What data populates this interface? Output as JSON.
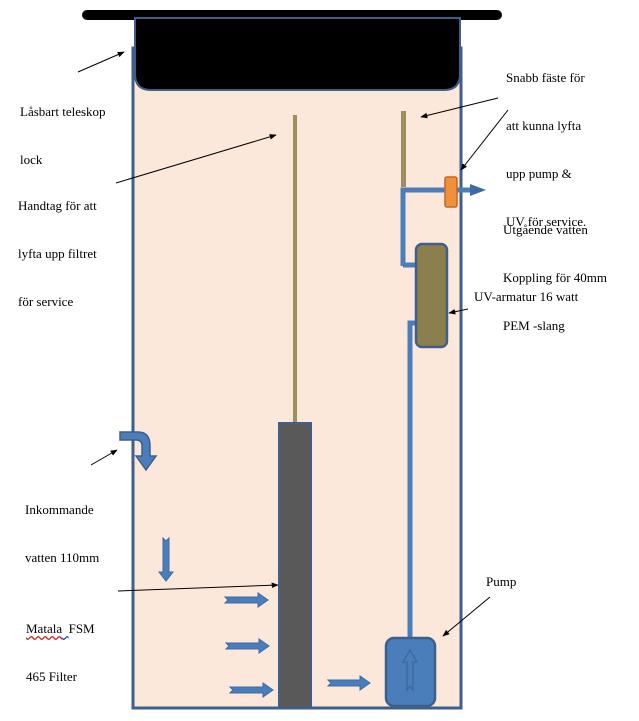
{
  "diagram": {
    "title": "Filter tank cross-section",
    "colors": {
      "tank_fill": "#fce8da",
      "tank_wall": "#3e5f8a",
      "lid": "#000000",
      "pipe": "#4a7ebb",
      "handle": "#9e8f5e",
      "filter": "#595959",
      "uv_lamp": "#8c7f4e",
      "coupling": "#f0913a",
      "coupling_border": "#c0662a",
      "flow_arrow": "#3d6aa4"
    },
    "labels": {
      "lid": [
        "Låsbart teleskop",
        "lock"
      ],
      "handle": [
        "Handtag för att",
        "lyfta upp filtret",
        "för service"
      ],
      "quick_mount": [
        "Snabb fäste för",
        "att kunna lyfta",
        "upp pump &",
        "UV för service."
      ],
      "outlet": [
        "Utgående vatten",
        "Koppling för 40mm",
        "PEM -slang"
      ],
      "uv": "UV-armatur 16 watt",
      "inlet": [
        "Inkommande",
        "vatten 110mm"
      ],
      "filter_name_1": "Matala",
      "filter_name_2": "FSM",
      "filter_line_2": "465 Filter",
      "pump": "Pump"
    }
  }
}
